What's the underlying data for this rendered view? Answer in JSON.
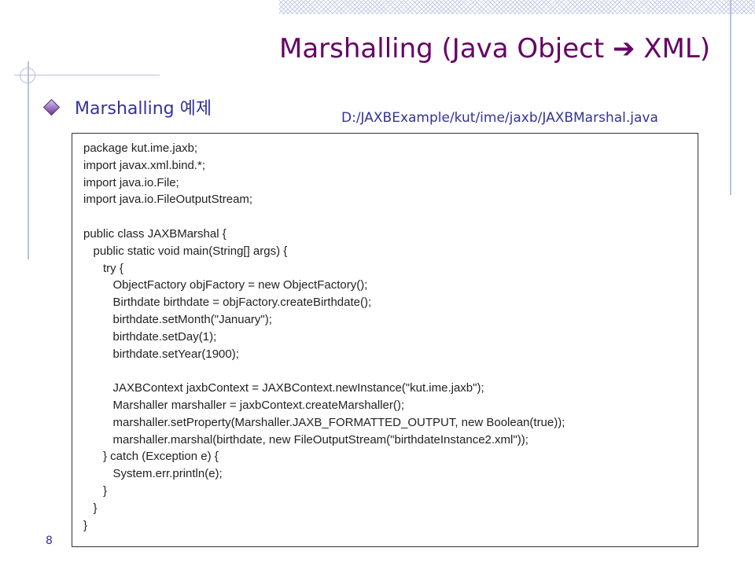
{
  "title": "Marshalling (Java Object ➔ XML)",
  "bullet": "Marshalling 예제",
  "file_path": "D:/JAXBExample/kut/ime/jaxb/JAXBMarshal.java",
  "code": [
    "package kut.ime.jaxb;",
    "import javax.xml.bind.*;",
    "import java.io.File;",
    "import java.io.FileOutputStream;",
    "",
    "public class JAXBMarshal {",
    "   public static void main(String[] args) {",
    "      try {",
    "         ObjectFactory objFactory = new ObjectFactory();",
    "         Birthdate birthdate = objFactory.createBirthdate();",
    "         birthdate.setMonth(\"January\");",
    "         birthdate.setDay(1);",
    "         birthdate.setYear(1900);",
    "",
    "         JAXBContext jaxbContext = JAXBContext.newInstance(\"kut.ime.jaxb\");",
    "         Marshaller marshaller = jaxbContext.createMarshaller();",
    "         marshaller.setProperty(Marshaller.JAXB_FORMATTED_OUTPUT, new Boolean(true));",
    "         marshaller.marshal(birthdate, new FileOutputStream(\"birthdateInstance2.xml\"));",
    "      } catch (Exception e) {",
    "         System.err.println(e);",
    "      }",
    "   }",
    "}"
  ],
  "page_number": "8",
  "colors": {
    "title": "#660066",
    "text": "#333399",
    "accent_line": "#b8bfe0"
  },
  "icons": {
    "bullet": "diamond-bullet-icon"
  }
}
